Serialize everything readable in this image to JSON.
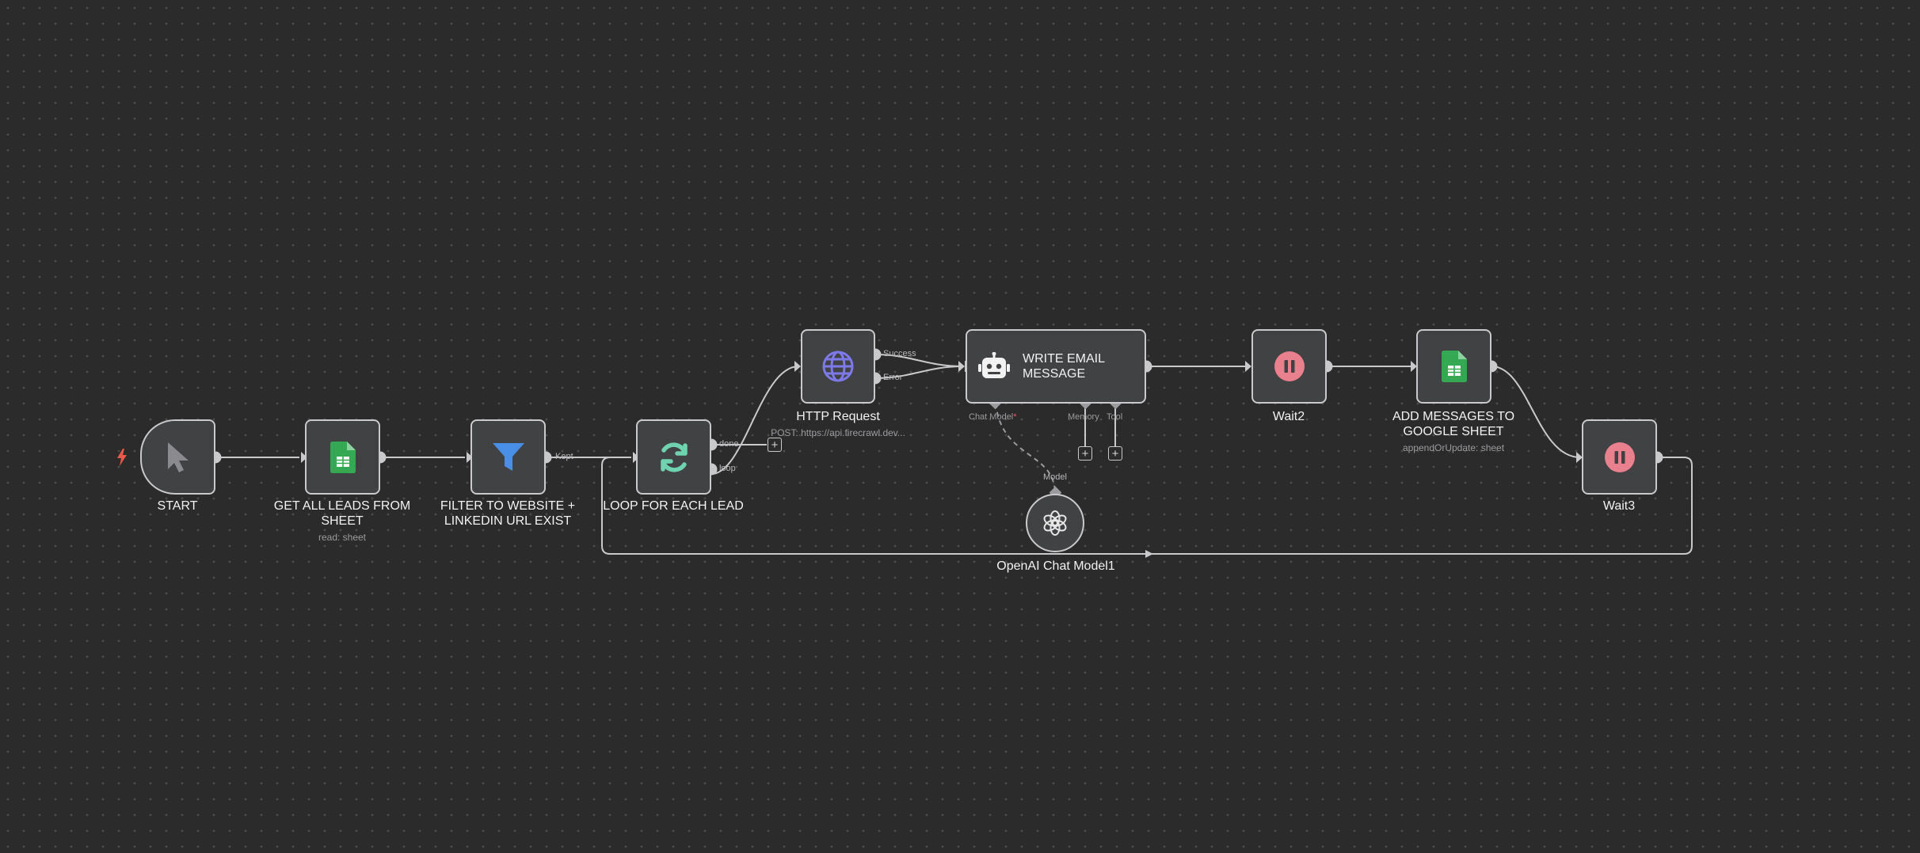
{
  "workflow": {
    "nodes": {
      "start": {
        "label": "START"
      },
      "get_leads": {
        "label": "GET ALL LEADS FROM SHEET",
        "subtitle": "read: sheet"
      },
      "filter": {
        "label": "FILTER TO WEBSITE + LINKEDIN URL EXIST"
      },
      "loop": {
        "label": "LOOP FOR EACH LEAD"
      },
      "http": {
        "label": "HTTP Request",
        "subtitle": "POST: https://api.firecrawl.dev..."
      },
      "write_email": {
        "label": "WRITE EMAIL MESSAGE"
      },
      "wait2": {
        "label": "Wait2"
      },
      "add_messages": {
        "label": "ADD MESSAGES TO GOOGLE SHEET",
        "subtitle": "appendOrUpdate: sheet"
      },
      "wait3": {
        "label": "Wait3"
      },
      "openai": {
        "label": "OpenAI Chat Model1"
      }
    },
    "edge_labels": {
      "kept": "Kept",
      "done": "done",
      "loop": "loop",
      "success": "Success",
      "error": "Error",
      "model": "Model"
    },
    "sub_inputs": {
      "chat_model": "Chat Model",
      "chat_model_required": "*",
      "memory": "Memory",
      "tool": "Tool"
    },
    "add_symbol": "+"
  },
  "colors": {
    "canvas": "#2b2b2b",
    "node_bg": "#414244",
    "node_border": "#c9c9cc",
    "sheets_green": "#34a853",
    "filter_blue": "#4a8fe7",
    "loop_teal": "#6fd3b0",
    "http_purple": "#7e79e8",
    "wait_pink": "#e8808e",
    "trigger_red": "#ea5a4a"
  }
}
